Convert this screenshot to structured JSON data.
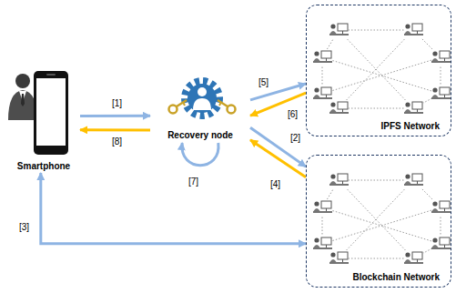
{
  "diagram": {
    "nodes": [
      {
        "text": [
          "Smartphone"
        ]
      },
      {
        "text": [
          "Recovery node"
        ]
      },
      {
        "text": [
          "IPFS Network"
        ]
      },
      {
        "text": [
          "Blockchain Network"
        ]
      }
    ],
    "edges": [
      {
        "from": 0,
        "to": 1,
        "arrow": "to",
        "label": "[1]"
      },
      {
        "from": 1,
        "to": 3,
        "arrow": "to",
        "label": "[2]"
      },
      {
        "from": 0,
        "to": 3,
        "arrow": "both",
        "label": "[3]"
      },
      {
        "from": 3,
        "to": 1,
        "arrow": "to",
        "label": "[4]"
      },
      {
        "from": 1,
        "to": 2,
        "arrow": "to",
        "label": "[5]"
      },
      {
        "from": 2,
        "to": 1,
        "arrow": "to",
        "label": "[6]"
      },
      {
        "from": 1,
        "to": 1,
        "arrow": "to",
        "label": "[7]"
      },
      {
        "from": 1,
        "to": 0,
        "arrow": "to",
        "label": "[8]"
      }
    ]
  }
}
